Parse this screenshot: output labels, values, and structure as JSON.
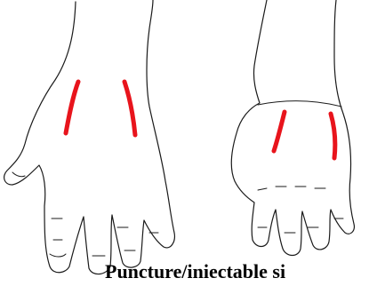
{
  "figure": {
    "caption": "Puncture/iniectable si",
    "mark_color": "#e8141c",
    "outline_color": "#1a1a1a",
    "background_color": "#ffffff",
    "panels": [
      {
        "label": "",
        "marks": 2
      },
      {
        "label": "",
        "marks": 2
      }
    ]
  }
}
